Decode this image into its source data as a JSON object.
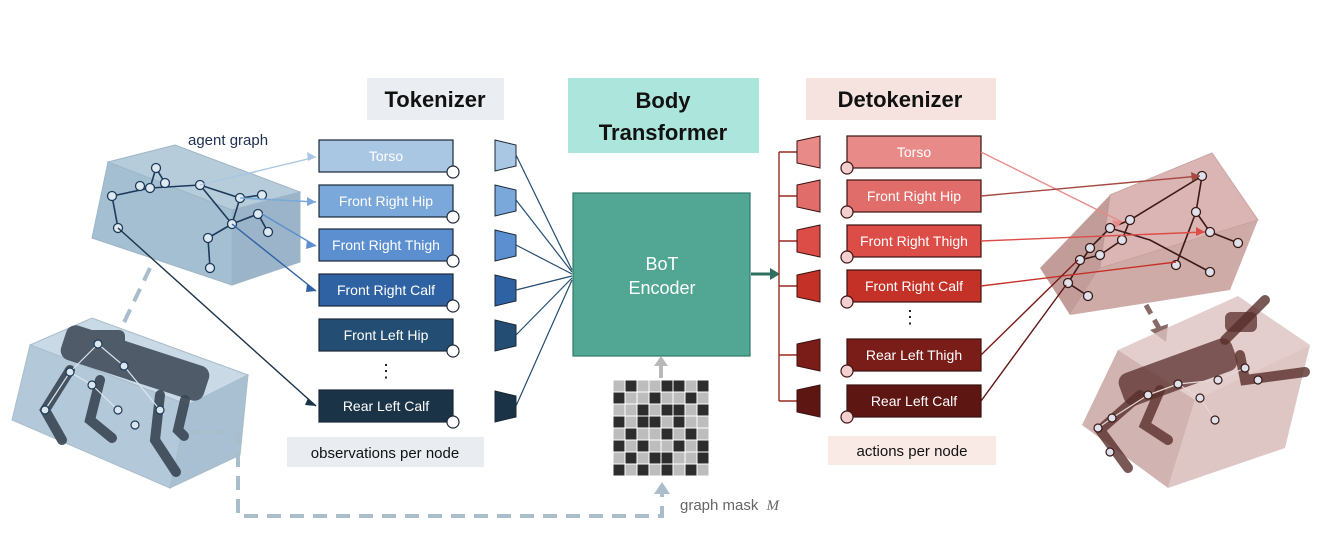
{
  "tokenizer": {
    "title": "Tokenizer",
    "nodes": [
      "Torso",
      "Front Right Hip",
      "Front Right Thigh",
      "Front Right Calf",
      "Front Left Hip",
      "Rear Left Calf"
    ],
    "ellipsis": "⋮",
    "caption": "observations per node"
  },
  "transformer": {
    "title_line1": "Body",
    "title_line2": "Transformer",
    "encoder_line1": "BoT",
    "encoder_line2": "Encoder"
  },
  "detokenizer": {
    "title": "Detokenizer",
    "nodes": [
      "Torso",
      "Front Right Hip",
      "Front Right Thigh",
      "Front Right Calf",
      "Rear Left Thigh",
      "Rear Left Calf"
    ],
    "ellipsis": "⋮",
    "caption": "actions per node"
  },
  "labels": {
    "agent_graph": "agent graph",
    "graph_mask": "graph mask",
    "graph_mask_symbol": "M"
  },
  "colors": {
    "tokenizer_nodes": [
      "#a9c6e3",
      "#7aa8da",
      "#5b8fd0",
      "#2f62a3",
      "#234d72",
      "#1b3347"
    ],
    "detokenizer_nodes": [
      "#e88a87",
      "#e06d69",
      "#dd4d47",
      "#c43127",
      "#7a1c18",
      "#5e1612"
    ],
    "encoder": "#52a794",
    "tokenizer_header_bg": "#eaeef2",
    "transformer_header_bg": "#ace5dc",
    "detokenizer_header_bg": "#f6e3df"
  }
}
